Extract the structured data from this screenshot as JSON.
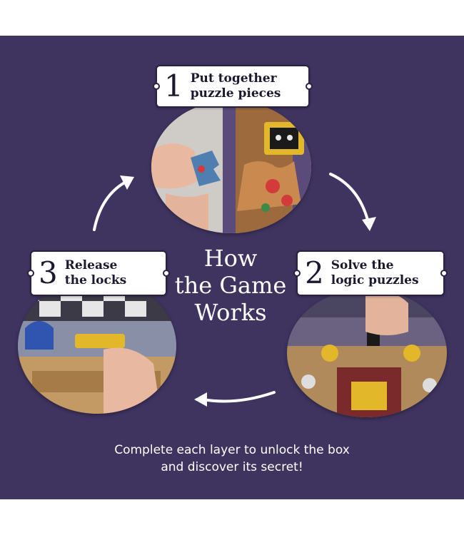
{
  "heading": {
    "line1": "How",
    "line2": "the Game",
    "line3": "Works"
  },
  "steps": [
    {
      "number": "1",
      "text": "Put together\npuzzle pieces",
      "icon": "puzzle-photo"
    },
    {
      "number": "2",
      "text": "Solve the\nlogic puzzles",
      "icon": "lock-photo"
    },
    {
      "number": "3",
      "text": "Release\nthe locks",
      "icon": "release-photo"
    }
  ],
  "caption": {
    "line1": "Complete each layer to unlock the box",
    "line2": "and discover its secret!"
  },
  "colors": {
    "panel_bg": "#3f3460",
    "text_light": "#ffffff",
    "tag_bg": "#ffffff",
    "tag_text": "#1d1830"
  }
}
